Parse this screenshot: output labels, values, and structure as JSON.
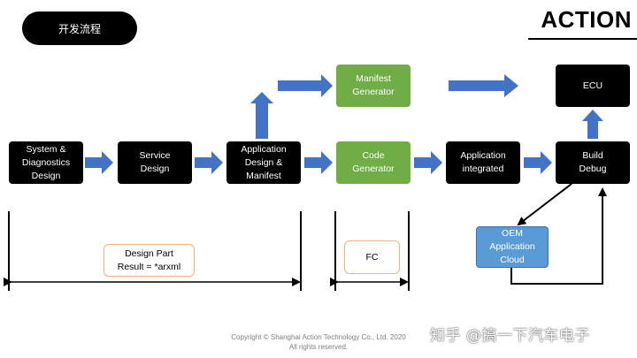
{
  "header": {
    "title": "开发流程",
    "logo_text": "ACTION"
  },
  "boxes": {
    "system_design": "System &\nDiagnostics\nDesign",
    "service_design": "Service\nDesign",
    "app_design_manifest": "Application\nDesign &\nManifest",
    "manifest_generator": "Manifest\nGenerator",
    "code_generator": "Code\nGenerator",
    "application_integrated": "Application\nintegrated",
    "ecu": "ECU",
    "build_debug": "Build\nDebug",
    "oem_application_cloud": "OEM\nApplication\nCloud"
  },
  "notes": {
    "design_part": "Design Part\nResult = *arxml",
    "fc": "FC"
  },
  "footer": {
    "copyright": "Copyright © Shanghai Action Technology Co., Ltd. 2020",
    "rights": "All rights reserved."
  },
  "watermark": "知乎 @搞一下汽车电子",
  "colors": {
    "arrow_blue": "#4472c4",
    "generator_green": "#70ad47",
    "cloud_blue": "#5b9bd5",
    "note_border": "#f4b183",
    "box_black": "#000000"
  }
}
